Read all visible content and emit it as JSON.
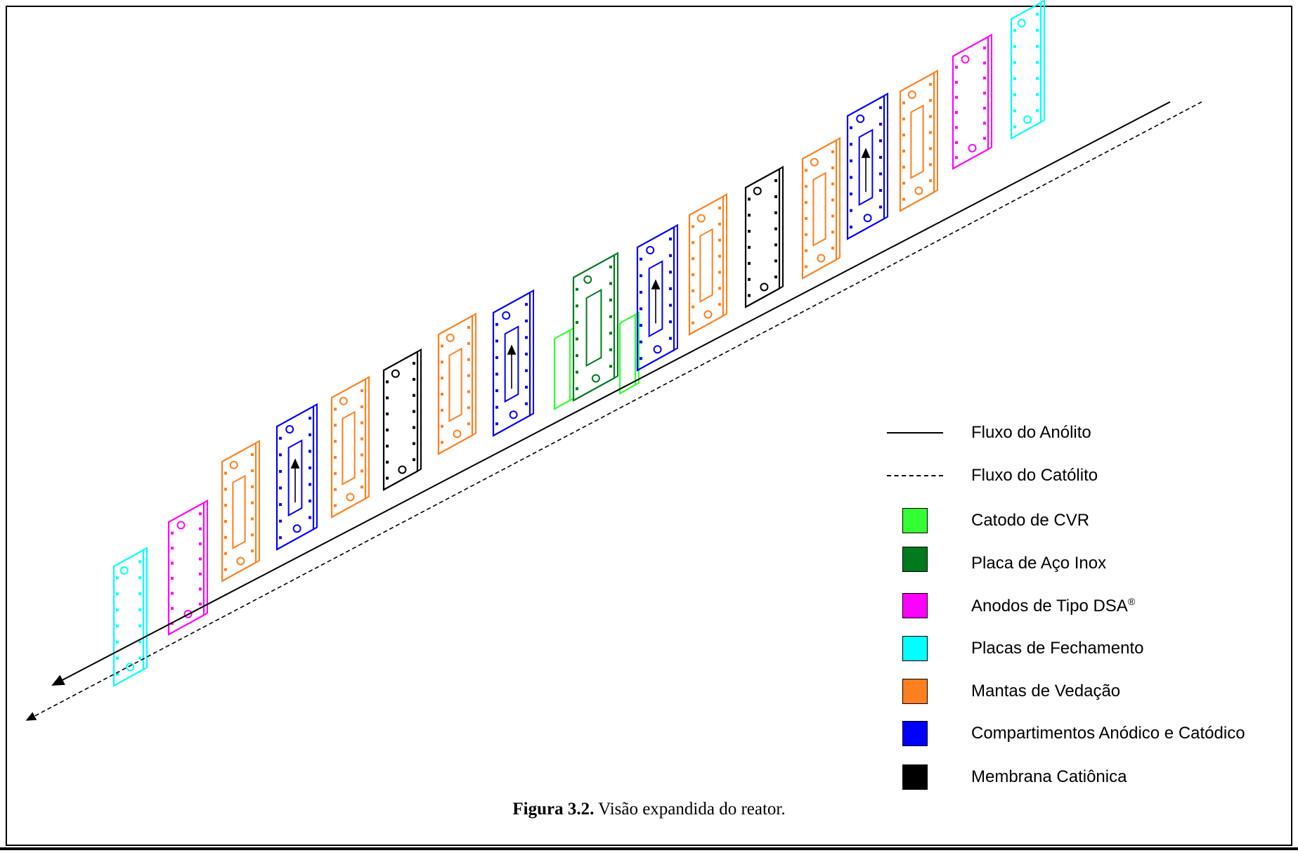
{
  "legend": {
    "anolyte_flow": "Fluxo do Anólito",
    "catholyte_flow": "Fluxo do Católito",
    "items": [
      {
        "label": "Catodo de CVR",
        "color": "#33ff33"
      },
      {
        "label": "Placa de Aço Inox",
        "color": "#007a1c"
      },
      {
        "label": "Anodos de Tipo DSA",
        "sup": "®",
        "color": "#ff00ff"
      },
      {
        "label": "Placas de Fechamento",
        "color": "#00ffff"
      },
      {
        "label": "Mantas de Vedação",
        "color": "#ff7f1e"
      },
      {
        "label": "Compartimentos Anódico e Catódico",
        "color": "#0000ff"
      },
      {
        "label": "Membrana Catiônica",
        "color": "#000000"
      }
    ]
  },
  "caption": {
    "prefix": "Figura 3.2.",
    "text": " Visão expandida do reator."
  },
  "plates": [
    {
      "type": "closing",
      "color": "#00ffff"
    },
    {
      "type": "dsa",
      "color": "#ff00ff"
    },
    {
      "type": "gasket",
      "color": "#ff7f1e"
    },
    {
      "type": "compartment",
      "color": "#0000ff"
    },
    {
      "type": "gasket",
      "color": "#ff7f1e"
    },
    {
      "type": "membrane",
      "color": "#000000"
    },
    {
      "type": "gasket",
      "color": "#ff7f1e"
    },
    {
      "type": "compartment",
      "color": "#0000ff"
    },
    {
      "type": "cathode",
      "color": "#33ff33"
    },
    {
      "type": "steel",
      "color": "#007a1c"
    },
    {
      "type": "cathode",
      "color": "#33ff33"
    },
    {
      "type": "compartment",
      "color": "#0000ff"
    },
    {
      "type": "gasket",
      "color": "#ff7f1e"
    },
    {
      "type": "membrane",
      "color": "#000000"
    },
    {
      "type": "gasket",
      "color": "#ff7f1e"
    },
    {
      "type": "compartment",
      "color": "#0000ff"
    },
    {
      "type": "gasket",
      "color": "#ff7f1e"
    },
    {
      "type": "dsa",
      "color": "#ff00ff"
    },
    {
      "type": "closing",
      "color": "#00ffff"
    }
  ]
}
